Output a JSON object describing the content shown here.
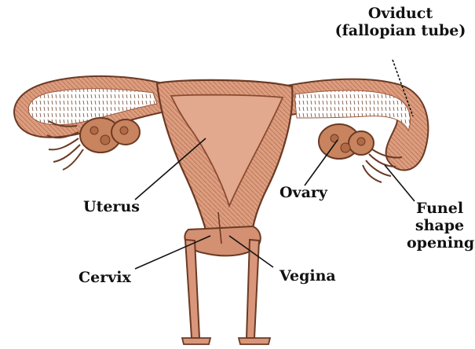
{
  "labels": {
    "oviduct_line1": "Oviduct",
    "oviduct_line2": "(fallopian tube)",
    "uterus": "Uterus",
    "ovary": "Ovary",
    "funnel_line1": "Funel",
    "funnel_line2": "shape",
    "funnel_line3": "opening",
    "cervix": "Cervix",
    "vagina": "Vegina"
  },
  "colors": {
    "tissue": "#d9967a",
    "tissue_dark": "#9c5a3e",
    "cavity": "#e9b39a",
    "tube_lining": "#ffffff",
    "ovary": "#c8845f",
    "outline": "#6b3a24",
    "leader_line": "#111111"
  }
}
